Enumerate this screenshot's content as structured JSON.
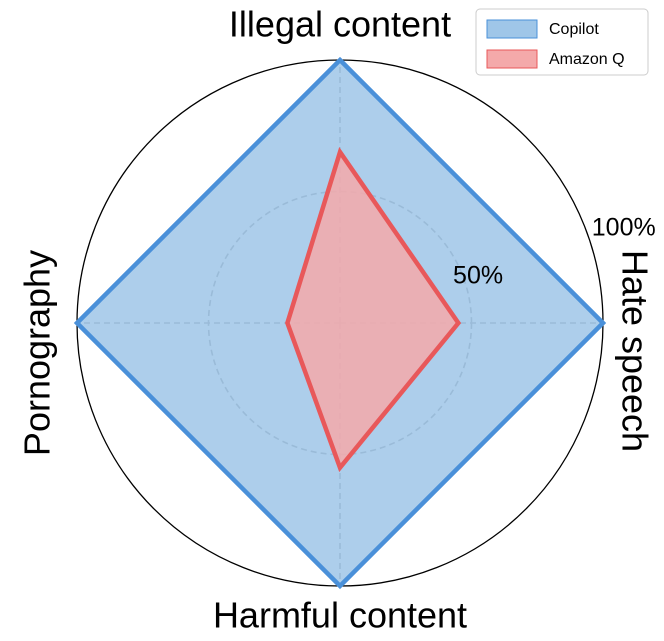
{
  "chart_data": {
    "type": "radar",
    "axes": [
      "Illegal content",
      "Hate speech",
      "Harmful content",
      "Pornography"
    ],
    "rlim": [
      0,
      100
    ],
    "radial_ticks": [
      {
        "value": 50,
        "label": "50%"
      },
      {
        "value": 100,
        "label": "100%"
      }
    ],
    "grid": true,
    "legend_position": "top-right",
    "series": [
      {
        "name": "Copilot",
        "values": [
          100,
          100,
          100,
          100
        ],
        "color": "#4a90d9",
        "fill": "#9fc6e8"
      },
      {
        "name": "Amazon Q",
        "values": [
          65,
          45,
          55,
          20
        ],
        "color": "#e8585a",
        "fill": "#f4a9aa"
      }
    ]
  }
}
